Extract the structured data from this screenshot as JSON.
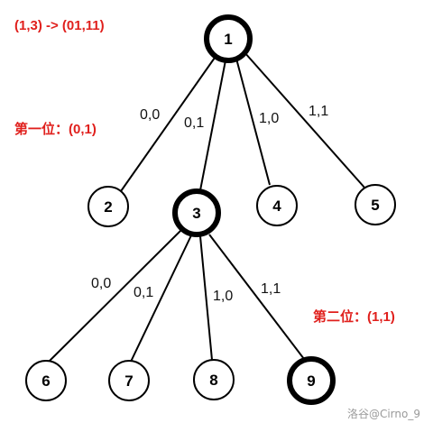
{
  "annotations": {
    "mapping": "(1,3) -> (01,11)",
    "first_bit": "第一位：(0,1)",
    "second_bit": "第二位：(1,1)"
  },
  "nodes": [
    {
      "id": "1",
      "label": "1",
      "highlighted": true
    },
    {
      "id": "2",
      "label": "2",
      "highlighted": false
    },
    {
      "id": "3",
      "label": "3",
      "highlighted": true
    },
    {
      "id": "4",
      "label": "4",
      "highlighted": false
    },
    {
      "id": "5",
      "label": "5",
      "highlighted": false
    },
    {
      "id": "6",
      "label": "6",
      "highlighted": false
    },
    {
      "id": "7",
      "label": "7",
      "highlighted": false
    },
    {
      "id": "8",
      "label": "8",
      "highlighted": false
    },
    {
      "id": "9",
      "label": "9",
      "highlighted": true
    }
  ],
  "edges": [
    {
      "from": "1",
      "to": "2",
      "label": "0,0"
    },
    {
      "from": "1",
      "to": "3",
      "label": "0,1"
    },
    {
      "from": "1",
      "to": "4",
      "label": "1,0"
    },
    {
      "from": "1",
      "to": "5",
      "label": "1,1"
    },
    {
      "from": "3",
      "to": "6",
      "label": "0,0"
    },
    {
      "from": "3",
      "to": "7",
      "label": "0,1"
    },
    {
      "from": "3",
      "to": "8",
      "label": "1,0"
    },
    {
      "from": "3",
      "to": "9",
      "label": "1,1"
    }
  ],
  "watermark": "洛谷@Cirno_9",
  "colors": {
    "annotation": "#e0201d",
    "stroke": "#000000",
    "watermark": "#9a9a9a"
  }
}
